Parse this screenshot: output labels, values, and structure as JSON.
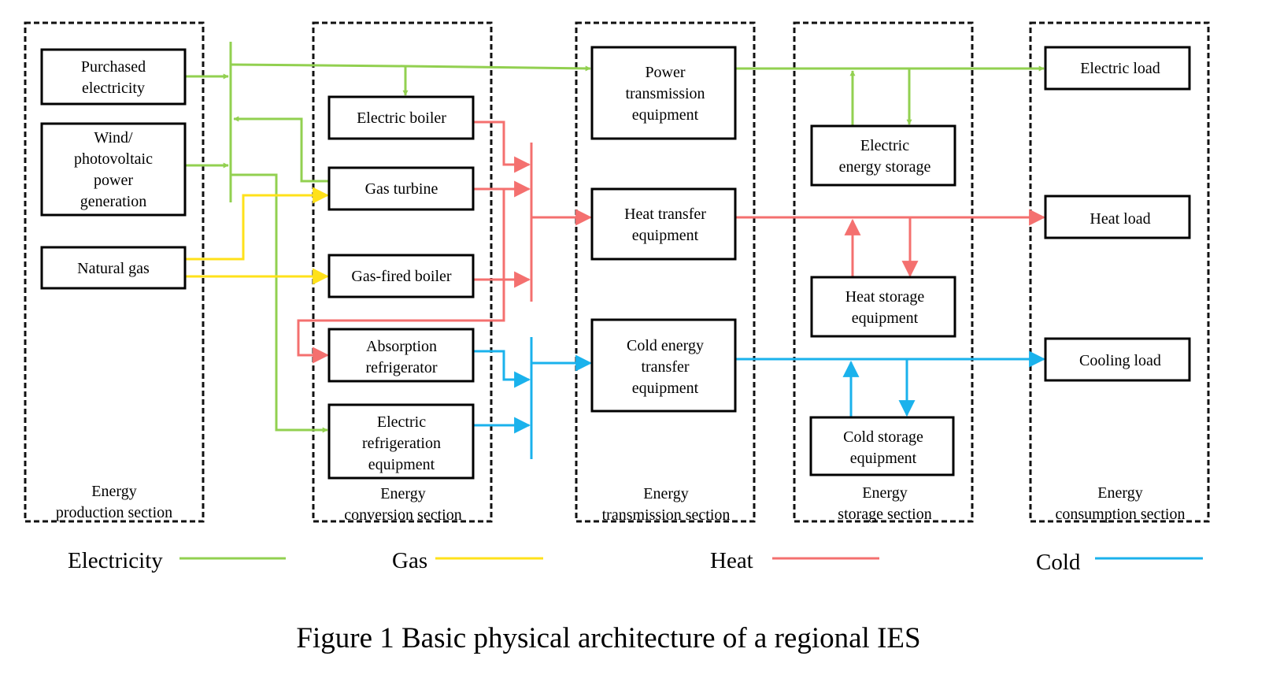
{
  "figure": {
    "caption": "Figure 1 Basic physical architecture of a regional IES"
  },
  "colors": {
    "electricity": "#92D050",
    "gas": "#FFE11A",
    "heat": "#F4706F",
    "cold": "#1AB2EC",
    "box": "#000000"
  },
  "sections": [
    {
      "id": "production",
      "label": "Energy production section"
    },
    {
      "id": "conversion",
      "label": "Energy conversion section"
    },
    {
      "id": "transmission",
      "label": "Energy transmission section"
    },
    {
      "id": "storage",
      "label": "Energy storage section"
    },
    {
      "id": "consumption",
      "label": "Energy consumption section"
    }
  ],
  "nodes": [
    {
      "id": "purchased-electricity",
      "label": "Purchased electricity"
    },
    {
      "id": "wind-pv",
      "label": "Wind/ photovoltaic power generation"
    },
    {
      "id": "natural-gas",
      "label": "Natural gas"
    },
    {
      "id": "electric-boiler",
      "label": "Electric boiler"
    },
    {
      "id": "gas-turbine",
      "label": "Gas turbine"
    },
    {
      "id": "gas-fired-boiler",
      "label": "Gas-fired boiler"
    },
    {
      "id": "absorption-refrigerator",
      "label": "Absorption refrigerator"
    },
    {
      "id": "electric-refrigeration",
      "label": "Electric refrigeration equipment"
    },
    {
      "id": "power-transmission",
      "label": "Power transmission equipment"
    },
    {
      "id": "heat-transfer",
      "label": "Heat transfer equipment"
    },
    {
      "id": "cold-transfer",
      "label": "Cold energy transfer equipment"
    },
    {
      "id": "electric-storage",
      "label": "Electric energy storage"
    },
    {
      "id": "heat-storage",
      "label": "Heat storage equipment"
    },
    {
      "id": "cold-storage",
      "label": "Cold storage equipment"
    },
    {
      "id": "electric-load",
      "label": "Electric load"
    },
    {
      "id": "heat-load",
      "label": "Heat load"
    },
    {
      "id": "cooling-load",
      "label": "Cooling load"
    }
  ],
  "legend": [
    {
      "label": "Electricity",
      "color_key": "electricity"
    },
    {
      "label": "Gas",
      "color_key": "gas"
    },
    {
      "label": "Heat",
      "color_key": "heat"
    },
    {
      "label": "Cold",
      "color_key": "cold"
    }
  ],
  "flows": [
    {
      "from": "purchased-electricity",
      "to": "electricity-bus",
      "carrier": "electricity"
    },
    {
      "from": "wind-pv",
      "to": "electricity-bus",
      "carrier": "electricity"
    },
    {
      "from": "gas-turbine",
      "to": "electricity-bus",
      "carrier": "electricity"
    },
    {
      "from": "electricity-bus",
      "to": "power-transmission",
      "carrier": "electricity"
    },
    {
      "from": "electricity-bus",
      "to": "electric-boiler",
      "carrier": "electricity"
    },
    {
      "from": "electricity-bus",
      "to": "electric-refrigeration",
      "carrier": "electricity"
    },
    {
      "from": "natural-gas",
      "to": "gas-turbine",
      "carrier": "gas"
    },
    {
      "from": "natural-gas",
      "to": "gas-fired-boiler",
      "carrier": "gas"
    },
    {
      "from": "electric-boiler",
      "to": "heat-bus",
      "carrier": "heat"
    },
    {
      "from": "gas-turbine",
      "to": "heat-bus",
      "carrier": "heat"
    },
    {
      "from": "gas-fired-boiler",
      "to": "heat-bus",
      "carrier": "heat"
    },
    {
      "from": "heat-bus",
      "to": "absorption-refrigerator",
      "carrier": "heat"
    },
    {
      "from": "heat-bus",
      "to": "heat-transfer",
      "carrier": "heat"
    },
    {
      "from": "absorption-refrigerator",
      "to": "cold-bus",
      "carrier": "cold"
    },
    {
      "from": "electric-refrigeration",
      "to": "cold-bus",
      "carrier": "cold"
    },
    {
      "from": "cold-bus",
      "to": "cold-transfer",
      "carrier": "cold"
    },
    {
      "from": "power-transmission",
      "to": "electric-load",
      "carrier": "electricity"
    },
    {
      "from": "heat-transfer",
      "to": "heat-load",
      "carrier": "heat"
    },
    {
      "from": "cold-transfer",
      "to": "cooling-load",
      "carrier": "cold"
    },
    {
      "from": "electric-storage",
      "to": "electric-line",
      "carrier": "electricity"
    },
    {
      "from": "electric-line",
      "to": "electric-storage",
      "carrier": "electricity"
    },
    {
      "from": "heat-storage",
      "to": "heat-line",
      "carrier": "heat"
    },
    {
      "from": "heat-line",
      "to": "heat-storage",
      "carrier": "heat"
    },
    {
      "from": "cold-storage",
      "to": "cold-line",
      "carrier": "cold"
    },
    {
      "from": "cold-line",
      "to": "cold-storage",
      "carrier": "cold"
    }
  ]
}
